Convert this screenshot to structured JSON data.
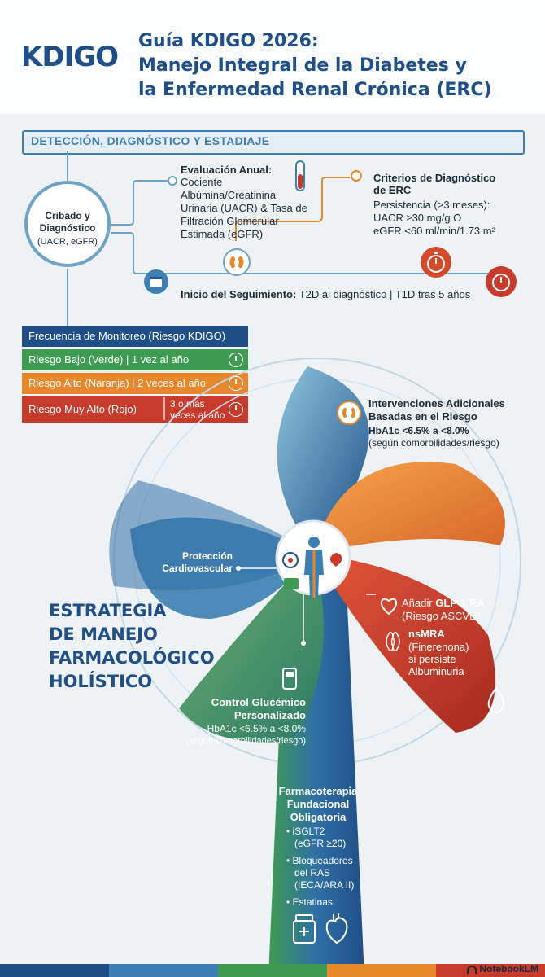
{
  "header": {
    "logo_text": "KDIGO",
    "title_line1": "Guía KDIGO 2026:",
    "title_line2": "Manejo Integral de la Diabetes y",
    "title_line3": "la Enfermedad Renal Crónica (ERC)"
  },
  "detection": {
    "section_title": "DETECCIÓN, DIAGNÓSTICO Y ESTADIAJE",
    "cribado_title": "Cribado y Diagnóstico",
    "cribado_sub": "(UACR, eGFR)",
    "annual_title": "Evaluación Anual:",
    "annual_lines": [
      "Cociente",
      "Albúmina/Creatinina",
      "Urinaria (UACR) & Tasa de",
      "Filtración Glomerular",
      "Estimada (eGFR)"
    ],
    "criteria_title_1": "Criterios de Diagnóstico",
    "criteria_title_2": "de ERC",
    "criteria_lines": [
      "Persistencia (>3 meses):",
      "UACR ≥30 mg/g O",
      "eGFR <60 ml/min/1.73 m²"
    ],
    "followup_label": "Inicio del Seguimiento:",
    "followup_text": "T2D al diagnóstico | T1D tras 5 años"
  },
  "monitoring": {
    "header": "Frecuencia de Monitoreo (Riesgo KDIGO)",
    "rows": [
      {
        "risk": "Riesgo Bajo (Verde)",
        "freq": "1 vez al año",
        "color": "#3f9b52"
      },
      {
        "risk": "Riesgo Alto (Naranja)",
        "freq": "2 veces al año",
        "color": "#e8862a"
      },
      {
        "risk": "Riesgo Muy Alto (Rojo)",
        "freq": "3 o más veces al año",
        "freq_lines": [
          "3 o más",
          "veces al año"
        ],
        "color": "#c83a2c"
      }
    ]
  },
  "strategy": {
    "title_lines": [
      "ESTRATEGIA",
      "DE MANEJO",
      "FARMACOLÓGICO",
      "HOLÍSTICO"
    ],
    "cardio_lines": [
      "Protección",
      "Cardiovascular"
    ],
    "interventions_title_lines": [
      "Intervenciones Adicionales",
      "Basadas en el Riesgo"
    ],
    "interventions_hba1c": "HbA1c <6.5% a <8.0%",
    "interventions_note": "(según comorbilidades/riesgo)",
    "glp1_prefix": "Añadir",
    "glp1_bold": "GLP-1 RA",
    "glp1_note": "(Riesgo ASCVD)",
    "nsmra_title": "nsMRA",
    "nsmra_lines": [
      "(Finerenona)",
      "si persiste",
      "Albuminuria"
    ],
    "glycemic_title_lines": [
      "Control Glucémico",
      "Personalizado"
    ],
    "glycemic_hba1c": "HbA1c <6.5% a <8.0%",
    "glycemic_note": "(según comorbilidades/riesgo)",
    "foundational_title_lines": [
      "Farmacoterapia",
      "Fundacional",
      "Obligatoria"
    ],
    "foundational_items": [
      {
        "lines": [
          "iSGLT2",
          "(eGFR ≥20)"
        ]
      },
      {
        "lines": [
          "Bloqueadores",
          "del RAS",
          "(IECA/ARA II)"
        ]
      },
      {
        "lines": [
          "Estatinas"
        ]
      }
    ]
  },
  "footer": {
    "brand": "NotebookLM"
  },
  "colors": {
    "navy": "#1f4f86",
    "blue": "#3d7fb3",
    "green": "#3f9b52",
    "orange": "#e8862a",
    "red": "#c83a2c"
  }
}
